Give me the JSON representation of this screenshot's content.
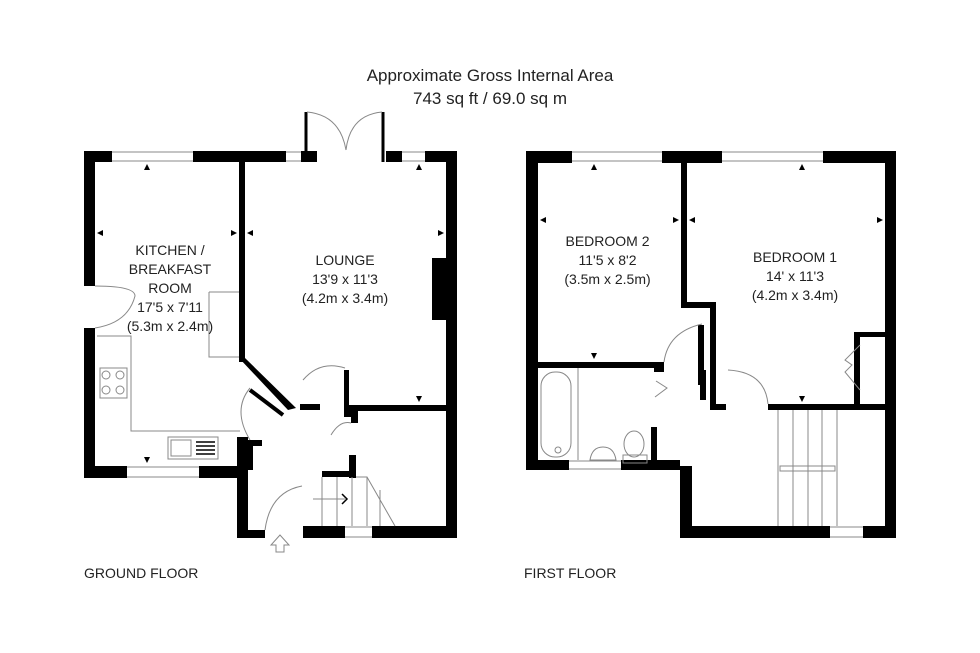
{
  "header": {
    "title": "Approximate Gross Internal Area",
    "area": "743 sq ft / 69.0 sq m"
  },
  "floors": [
    {
      "name": "GROUND FLOOR",
      "rooms": [
        {
          "name_line1": "KITCHEN /",
          "name_line2": "BREAKFAST",
          "name_line3": "ROOM",
          "imperial": "17'5 x 7'11",
          "metric": "(5.3m x 2.4m)"
        },
        {
          "name": "LOUNGE",
          "imperial": "13'9 x 11'3",
          "metric": "(4.2m x 3.4m)"
        }
      ]
    },
    {
      "name": "FIRST FLOOR",
      "rooms": [
        {
          "name": "BEDROOM 2",
          "imperial": "11'5 x 8'2",
          "metric": "(3.5m x 2.5m)"
        },
        {
          "name": "BEDROOM 1",
          "imperial": "14' x 11'3",
          "metric": "(4.2m x 3.4m)"
        }
      ]
    }
  ],
  "colors": {
    "wall": "#000000",
    "fixture": "#888888",
    "background": "#ffffff"
  }
}
